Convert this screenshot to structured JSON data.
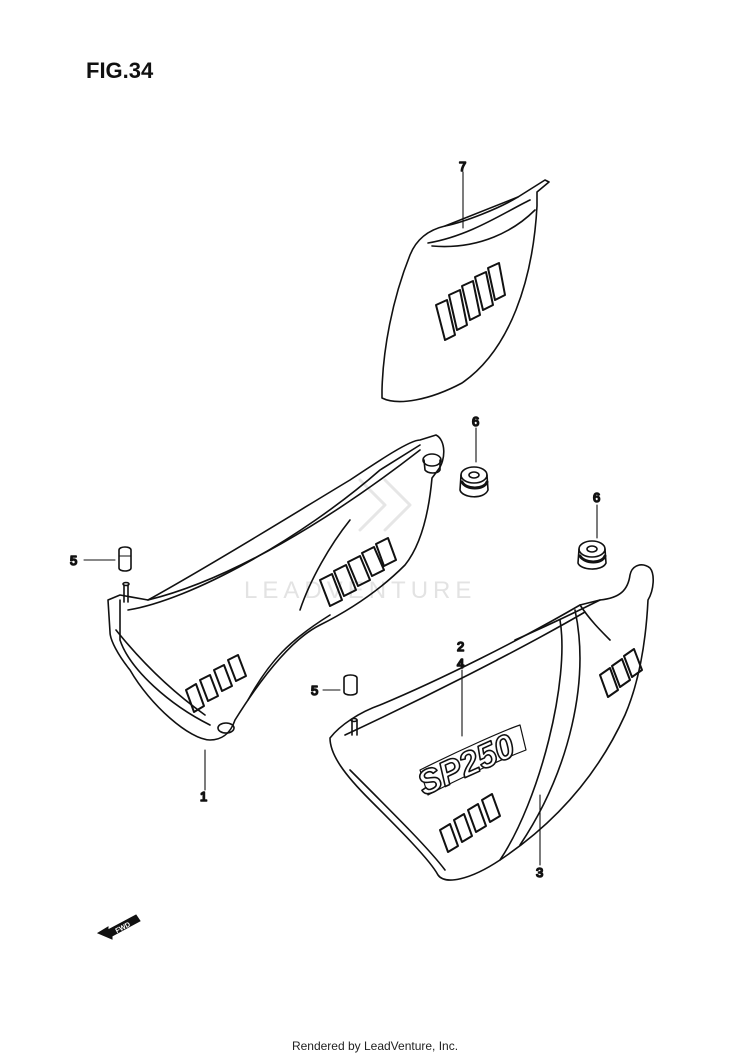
{
  "figure": {
    "title": "FIG.34"
  },
  "callouts": [
    {
      "id": "c7",
      "label": "7"
    },
    {
      "id": "c6a",
      "label": "6"
    },
    {
      "id": "c6b",
      "label": "6"
    },
    {
      "id": "c5a",
      "label": "5"
    },
    {
      "id": "c5b",
      "label": "5"
    },
    {
      "id": "c2",
      "label": "2"
    },
    {
      "id": "c4",
      "label": "4"
    },
    {
      "id": "c1",
      "label": "1"
    },
    {
      "id": "c3",
      "label": "3"
    }
  ],
  "decal": {
    "text": "SP250"
  },
  "direction_marker": {
    "text": "FWD",
    "icon": "forward-arrow-icon"
  },
  "watermark": {
    "text": "LEADVENTURE",
    "icon": "leadventure-logo-icon"
  },
  "footer": {
    "text": "Rendered by LeadVenture, Inc."
  }
}
